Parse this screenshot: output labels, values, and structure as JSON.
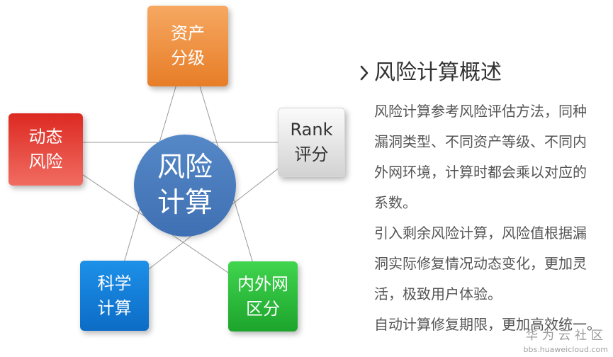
{
  "diagram": {
    "center": {
      "lines": [
        "风险",
        "计算"
      ],
      "colors": [
        "#5588c7",
        "#3f70b3"
      ]
    },
    "nodes": [
      {
        "lines": [
          "资产",
          "分级"
        ],
        "colors": [
          "#f6a862",
          "#e77d27"
        ]
      },
      {
        "lines": [
          "Rank",
          "评分"
        ],
        "colors": [
          "#fbfbfb",
          "#d2d2d2"
        ]
      },
      {
        "lines": [
          "动态",
          "风险"
        ],
        "colors": [
          "#dc2921",
          "#f16c61"
        ]
      },
      {
        "lines": [
          "科学",
          "计算"
        ],
        "colors": [
          "#1d90e8",
          "#0c6cc6"
        ]
      },
      {
        "lines": [
          "内外网",
          "区分"
        ],
        "colors": [
          "#40d54f",
          "#1da42c"
        ]
      }
    ],
    "line_color": "#9a9a9a"
  },
  "overview": {
    "icon": "chevron-right-icon",
    "title": "风险计算概述",
    "paragraphs": [
      [
        "风险计算参考风险评估方法，同种",
        "漏洞类型、不同资产等级、不同内",
        "外网环境，计算时都会乘以对应的",
        "系数。"
      ],
      [
        "引入剩余风险计算，风险值根据漏",
        "洞实际修复情况动态变化，更加灵",
        "活，极致用户体验。"
      ],
      [
        "自动计算修复期限，更加高效统一。"
      ]
    ]
  },
  "watermark": {
    "brand": "华为云社区",
    "url": "bbs.huaweicloud.com"
  }
}
